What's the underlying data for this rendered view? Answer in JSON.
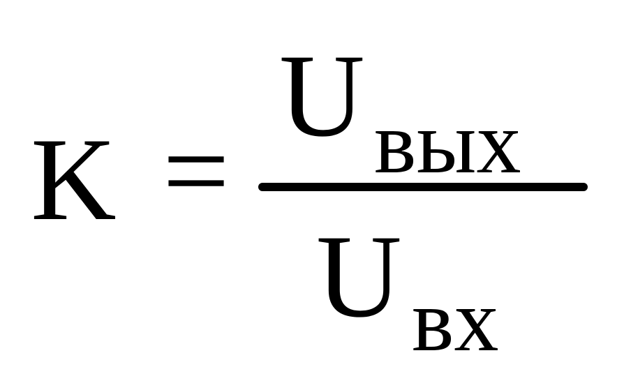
{
  "formula": {
    "lhs": "K",
    "equals": "=",
    "numerator": {
      "symbol": "U",
      "subscript": "вых"
    },
    "denominator": {
      "symbol": "U",
      "subscript": "вх"
    }
  }
}
